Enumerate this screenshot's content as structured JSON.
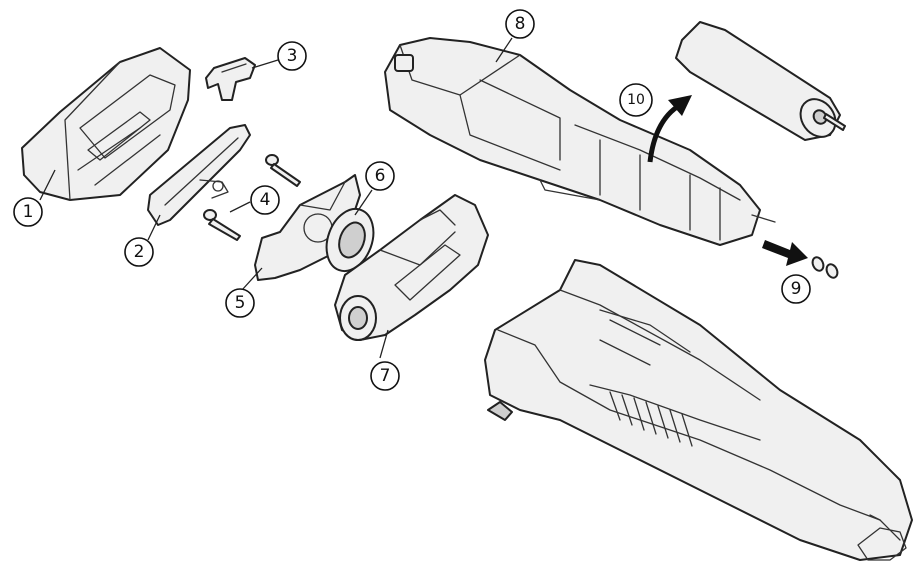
{
  "callouts": [
    {
      "id": "1",
      "label": "①"
    },
    {
      "id": "2",
      "label": "②"
    },
    {
      "id": "3",
      "label": "③"
    },
    {
      "id": "4",
      "label": "④"
    },
    {
      "id": "5",
      "label": "⑤"
    },
    {
      "id": "6",
      "label": "⑥"
    },
    {
      "id": "7",
      "label": "⑦"
    },
    {
      "id": "8",
      "label": "⑧"
    },
    {
      "id": "9",
      "label": "⑨"
    },
    {
      "id": "10",
      "label": "10"
    }
  ],
  "colors": {
    "line": "#222222",
    "fill": "#f0f0f0",
    "accent_arrow": "#111111"
  }
}
